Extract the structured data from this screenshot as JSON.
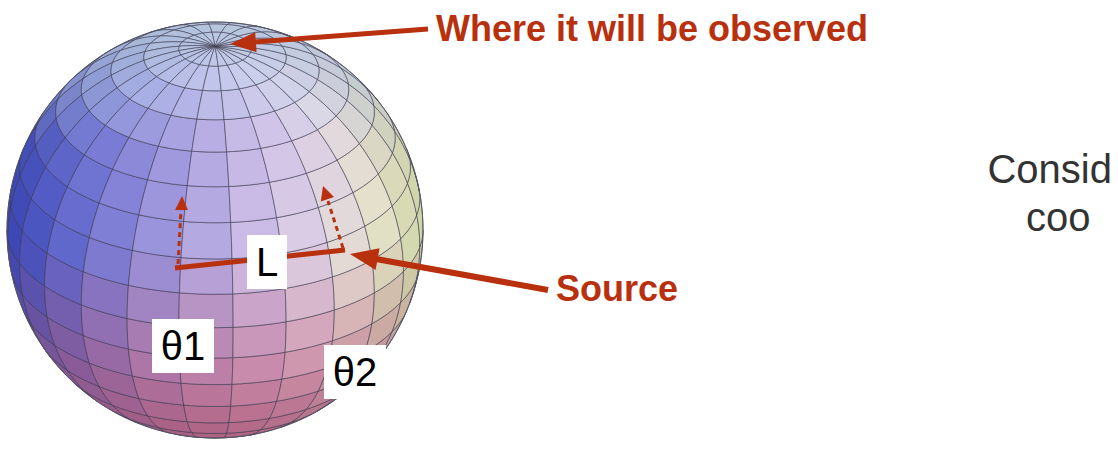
{
  "diagram": {
    "nodes": [
      {
        "text": [
          "L"
        ]
      },
      {
        "text": [
          "θ1"
        ]
      },
      {
        "text": [
          "θ2"
        ]
      }
    ],
    "labels": [
      "Where it will be observed",
      "Source",
      "Consid",
      "coo"
    ]
  }
}
